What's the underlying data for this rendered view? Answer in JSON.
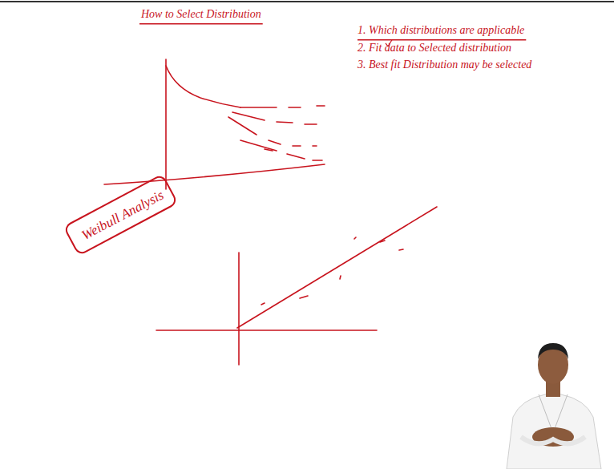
{
  "diagram": {
    "title": "How to Select Distribution",
    "nodes": [
      {
        "text": [
          "Weibull Analysis"
        ]
      }
    ],
    "edges": [],
    "labels": [
      "1. Which distributions are applicable",
      "2. Fit data to Selected distribution",
      "3. Best fit Distribution may be selected"
    ]
  }
}
